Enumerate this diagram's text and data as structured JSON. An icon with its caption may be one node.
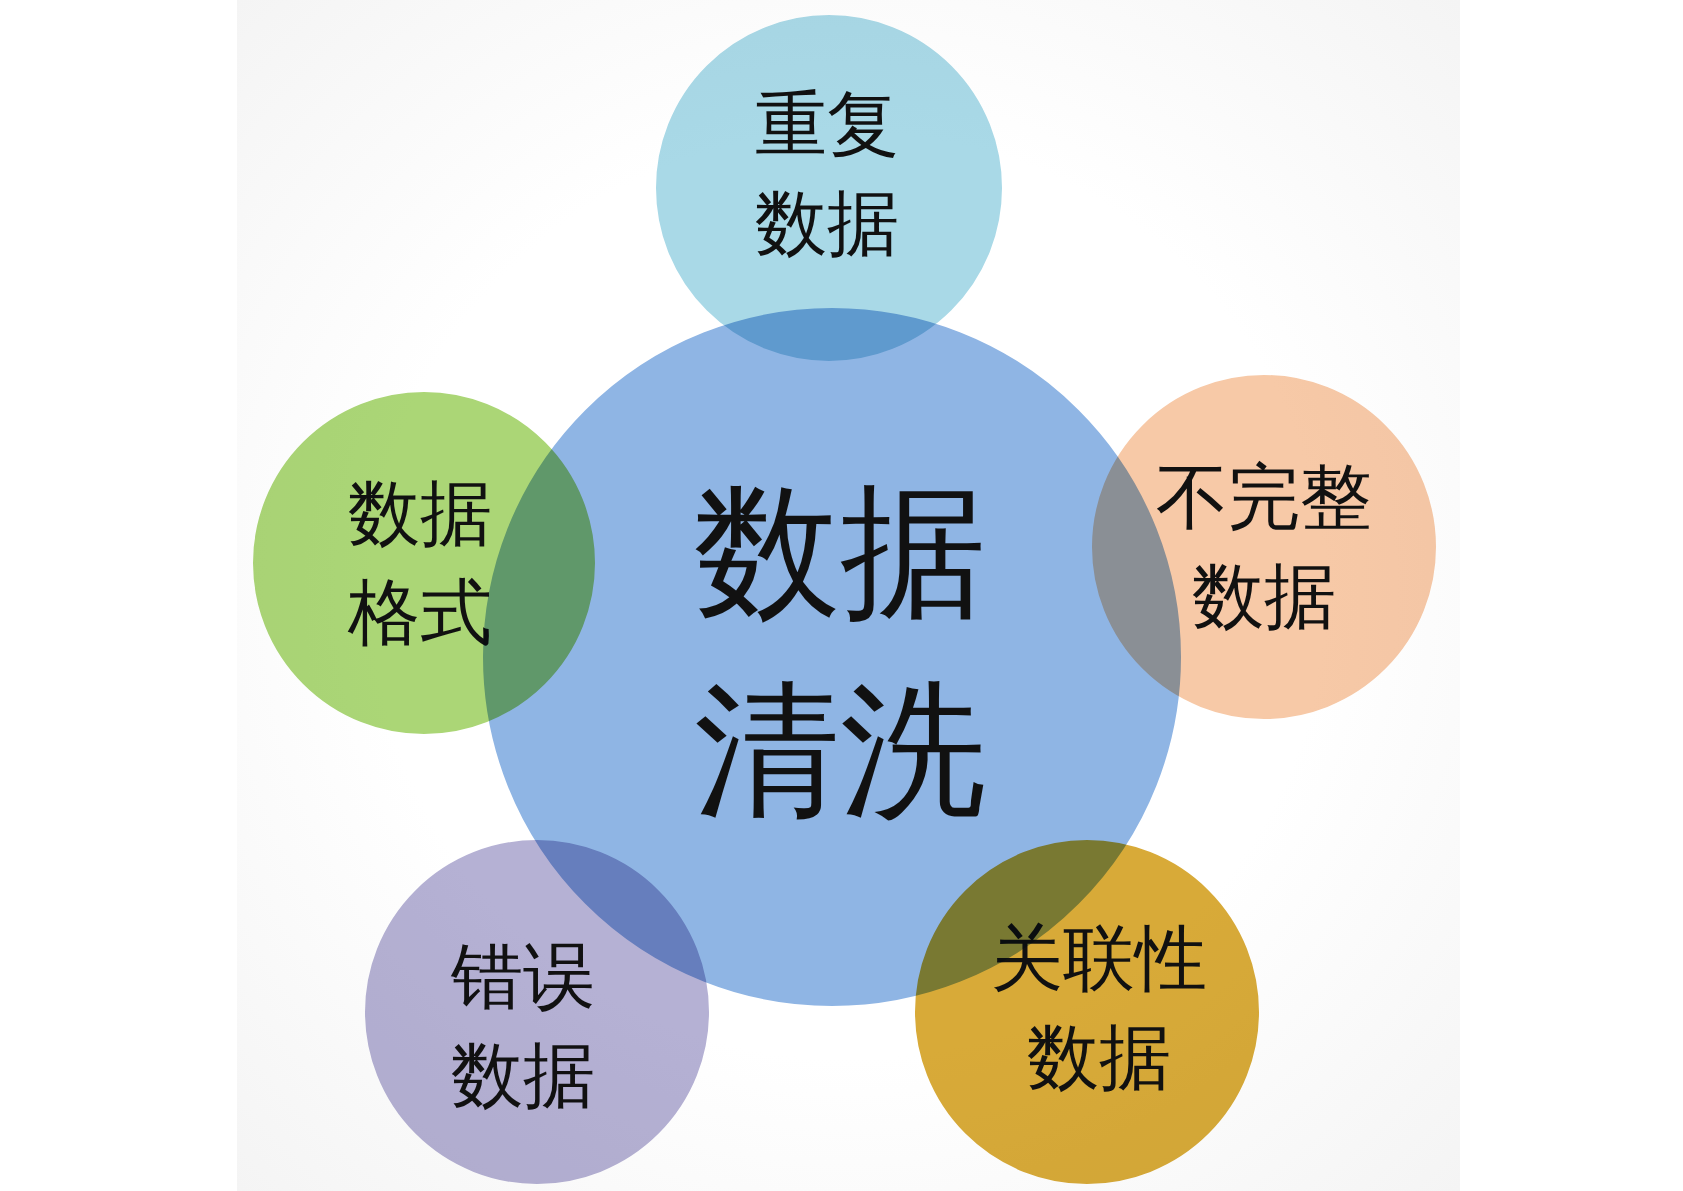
{
  "diagram": {
    "nodes": [
      {
        "text": [
          "数据清洗"
        ]
      },
      {
        "text": [
          "重复数据"
        ]
      },
      {
        "text": [
          "不完整数据"
        ]
      },
      {
        "text": [
          "关联性数据"
        ]
      },
      {
        "text": [
          "错误数据"
        ]
      },
      {
        "text": [
          "数据格式"
        ]
      }
    ]
  }
}
